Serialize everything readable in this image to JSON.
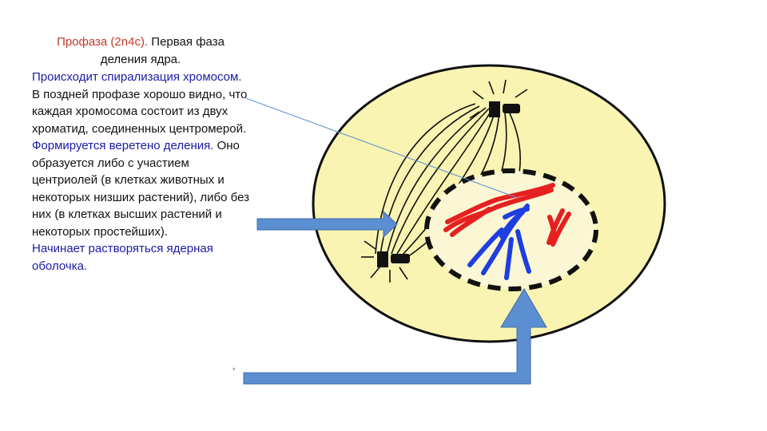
{
  "title": {
    "highlight": "Профаза (2n4c).",
    "rest": " Первая фаза деления ядра."
  },
  "paragraphs": [
    {
      "blue": "Происходит спирализация хромосом.",
      "text": " В поздней профазе хорошо видно, что каждая хромосома состоит из двух хроматид, соединенных центромерой."
    },
    {
      "blue": "Формируется веретено деления.",
      "text": " Оно образуется либо с участием центриолей (в клетках животных и некоторых низших растений), либо без них (в клетках высших растений и некоторых простейших)."
    },
    {
      "blue": "Начинает растворяться ядерная оболочка.",
      "text": ""
    }
  ],
  "marker": "*",
  "colors": {
    "title_highlight": "#c0392b",
    "emphasis_text": "#1a1aa6",
    "cell_fill": "#f9f4b2",
    "nucleus_fill": "#fbf7d4",
    "chromosome_red": "#e62020",
    "chromosome_blue": "#1e3ee0",
    "arrow_fill": "#5b8fd1"
  }
}
